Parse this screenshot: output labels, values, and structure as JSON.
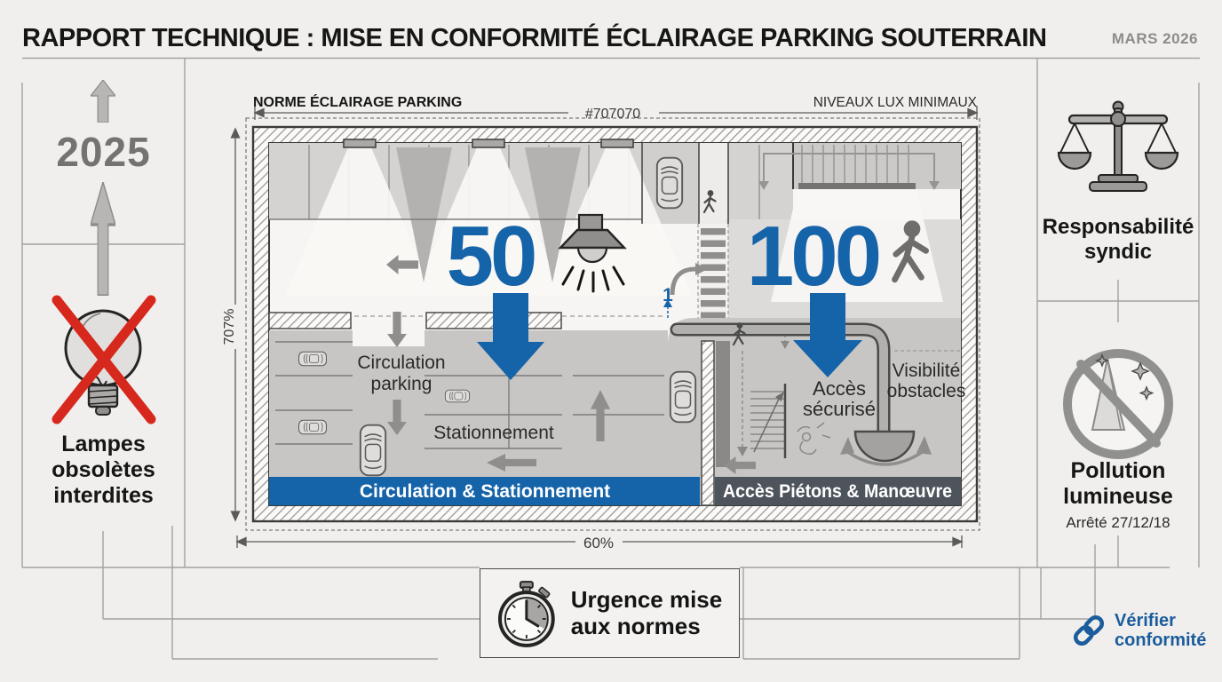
{
  "header": {
    "title_strong": "RAPPORT TECHNIQUE :",
    "title_rest": "MISE EN CONFORMITÉ ÉCLAIRAGE PARKING SOUTERRAIN",
    "date": "MARS 2026"
  },
  "timeline": {
    "year": "2025",
    "caption": "Lampes obsolètes interdites"
  },
  "legal": {
    "syndic": "Responsabilité syndic",
    "pollution": "Pollution lumineuse",
    "pollution_ref": "Arrêté 27/12/18"
  },
  "plan": {
    "title_left": "NORME ÉCLAIRAGE PARKING",
    "title_right": "NIVEAUX LUX MINIMAUX",
    "dim_width": "#707070",
    "dim_height": "707%",
    "dim_bottom": "60%",
    "lux_circulation": "50",
    "lux_access": "100",
    "level_marker": "1",
    "labels": {
      "circulation": [
        "Circulation",
        "parking"
      ],
      "stationnement": "Stationnement",
      "acces": [
        "Accès",
        "sécurisé"
      ],
      "visibilite": [
        "Visibilité",
        "obstacles"
      ]
    },
    "banners": {
      "circulation": "Circulation & Stationnement",
      "acces": "Accès Piétons & Manœuvre"
    }
  },
  "footer": {
    "urgency": "Urgence mise aux normes",
    "verify": "Vérifier conformité"
  },
  "colors": {
    "accent": "#1563a8",
    "banner_dark": "#4d545c",
    "alert": "#d7281e",
    "ink": "#1d1d1b"
  }
}
